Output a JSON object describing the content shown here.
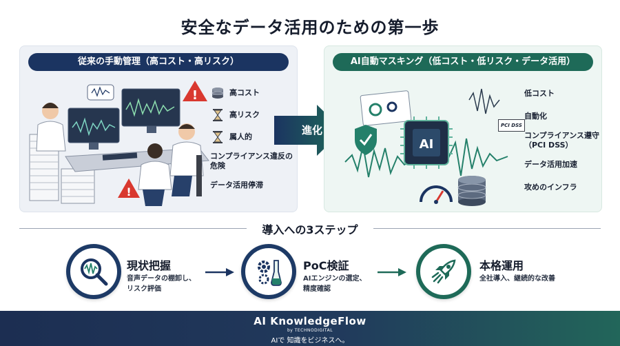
{
  "title": "安全なデータ活用のための第一歩",
  "left_panel": {
    "header": "従来の手動管理（高コスト・高リスク）",
    "features": [
      {
        "icon": "coin-stack-icon",
        "label": "高コスト"
      },
      {
        "icon": "hourglass-icon",
        "label": "高リスク"
      },
      {
        "icon": "hourglass-icon",
        "label": "属人的"
      },
      {
        "icon": "",
        "label": "コンプライアンス違反の危険"
      },
      {
        "icon": "",
        "label": "データ活用停滞"
      }
    ]
  },
  "arrow_label": "進化",
  "right_panel": {
    "header": "AI自動マスキング（低コスト・低リスク・データ活用）",
    "chip_label": "AI",
    "features": [
      {
        "icon": "",
        "label": "低コスト"
      },
      {
        "icon": "",
        "label": "自動化"
      },
      {
        "icon": "pci-dss-badge",
        "label": "コンプライアンス遵守（PCI DSS）",
        "badge": "PCI DSS"
      },
      {
        "icon": "",
        "label": "データ活用加速"
      },
      {
        "icon": "",
        "label": "攻めのインフラ"
      }
    ]
  },
  "steps_title": "導入への3ステップ",
  "steps": [
    {
      "icon": "magnifier-waveform-icon",
      "title": "現状把握",
      "desc_line1": "音声データの棚卸し、",
      "desc_line2": "リスク評価"
    },
    {
      "icon": "gears-flask-icon",
      "title": "PoC検証",
      "desc_line1": "AIエンジンの選定、",
      "desc_line2": "精度確認"
    },
    {
      "icon": "rocket-icon",
      "title": "本格運用",
      "desc_line1": "全社導入、継続的な改善",
      "desc_line2": ""
    }
  ],
  "footer": {
    "brand": "AI KnowledgeFlow",
    "sub": "by TECHNODIGITAL",
    "tagline": "AIで 知識をビジネスへ。"
  },
  "colors": {
    "navy": "#1b3461",
    "teal": "#1e6a58",
    "warning": "#d9382f"
  }
}
